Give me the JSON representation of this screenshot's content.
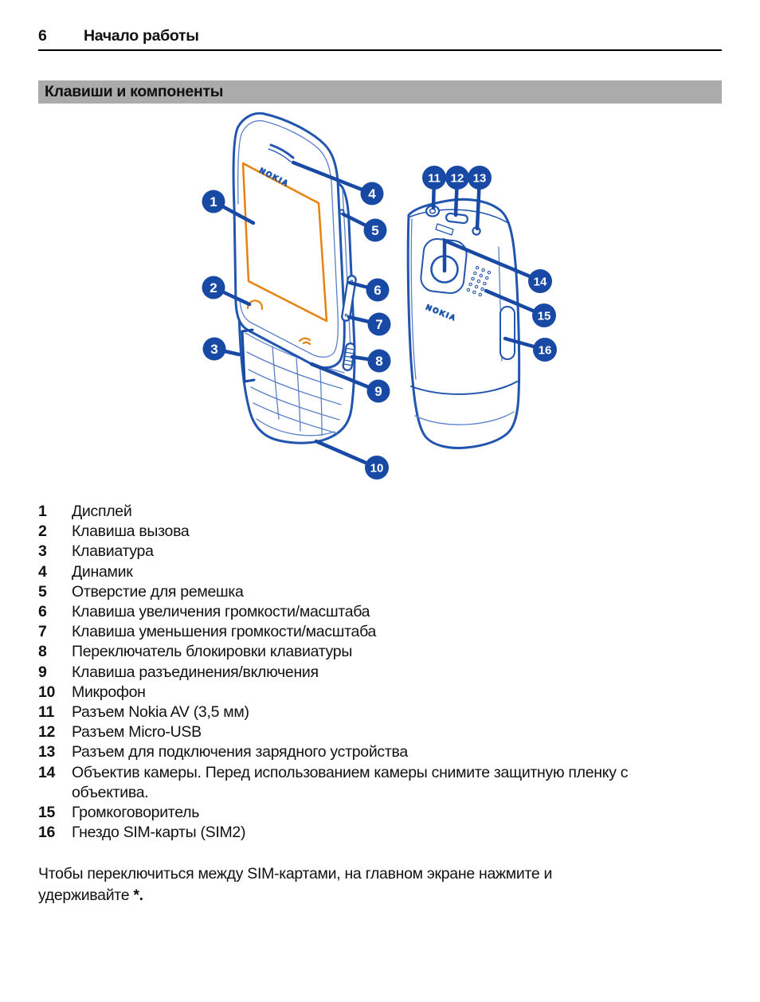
{
  "page": {
    "number": "6",
    "section_title": "Начало работы",
    "heading": "Клавиши и компоненты"
  },
  "diagram": {
    "brand": "NOKIA",
    "callouts": [
      "1",
      "2",
      "3",
      "4",
      "5",
      "6",
      "7",
      "8",
      "9",
      "10",
      "11",
      "12",
      "13",
      "14",
      "15",
      "16"
    ],
    "colors": {
      "callout_blue": "#1849A4",
      "outline_blue": "#2155AE",
      "thin_blue": "#5B80C8",
      "accent_orange": "#E8820E",
      "banner_gray": "#ABABAB"
    }
  },
  "components": [
    {
      "num": "1",
      "label": "Дисплей"
    },
    {
      "num": "2",
      "label": "Клавиша вызова"
    },
    {
      "num": "3",
      "label": "Клавиатура"
    },
    {
      "num": "4",
      "label": "Динамик"
    },
    {
      "num": "5",
      "label": "Отверстие для ремешка"
    },
    {
      "num": "6",
      "label": "Клавиша увеличения громкости/масштаба"
    },
    {
      "num": "7",
      "label": "Клавиша уменьшения громкости/масштаба"
    },
    {
      "num": "8",
      "label": "Переключатель блокировки клавиатуры"
    },
    {
      "num": "9",
      "label": "Клавиша разъединения/включения"
    },
    {
      "num": "10",
      "label": "Микрофон"
    },
    {
      "num": "11",
      "label": "Разъем Nokia AV (3,5 мм)"
    },
    {
      "num": "12",
      "label": "Разъем Micro-USB"
    },
    {
      "num": "13",
      "label": "Разъем для подключения зарядного устройства"
    },
    {
      "num": "14",
      "label": "Объектив камеры. Перед использованием камеры снимите защитную пленку с\nобъектива."
    },
    {
      "num": "15",
      "label": "Громкоговоритель"
    },
    {
      "num": "16",
      "label": "Гнездо SIM-карты (SIM2)"
    }
  ],
  "note": {
    "text": "Чтобы переключиться между SIM-картами, на главном экране нажмите и\nудерживайте",
    "symbol": "*."
  }
}
